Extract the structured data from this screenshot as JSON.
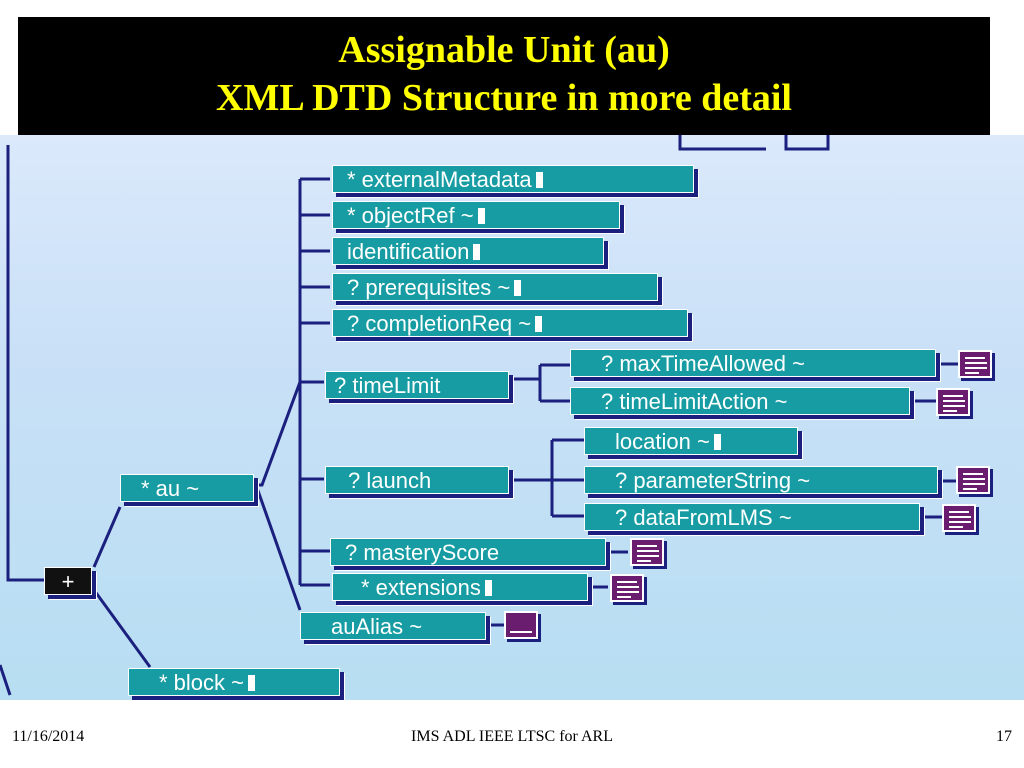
{
  "title": {
    "line1": "Assignable Unit (au)",
    "line2": "XML DTD Structure in more detail"
  },
  "nodes": {
    "externalMetadata": "* externalMetadata",
    "objectRef": "* objectRef ~",
    "identification": "identification",
    "prerequisites": "? prerequisites ~",
    "completionReq": "? completionReq ~",
    "timeLimit": "? timeLimit",
    "maxTimeAllowed": "? maxTimeAllowed ~",
    "timeLimitAction": "? timeLimitAction ~",
    "launch": "? launch",
    "location": "location ~",
    "parameterString": "? parameterString ~",
    "dataFromLMS": "? dataFromLMS ~",
    "masteryScore": "? masteryScore",
    "extensions": "* extensions",
    "au": "* au ~",
    "auAlias": "auAlias ~",
    "plus": "+",
    "block": "* block ~"
  },
  "colors": {
    "node_fill": "#169ca2",
    "connector": "#1b1f7e",
    "doc_icon": "#6a1d6e",
    "title_text": "#ffff00",
    "title_bg": "#000000"
  },
  "footer": {
    "date": "11/16/2014",
    "center": "IMS ADL IEEE LTSC for ARL",
    "page": "17"
  }
}
